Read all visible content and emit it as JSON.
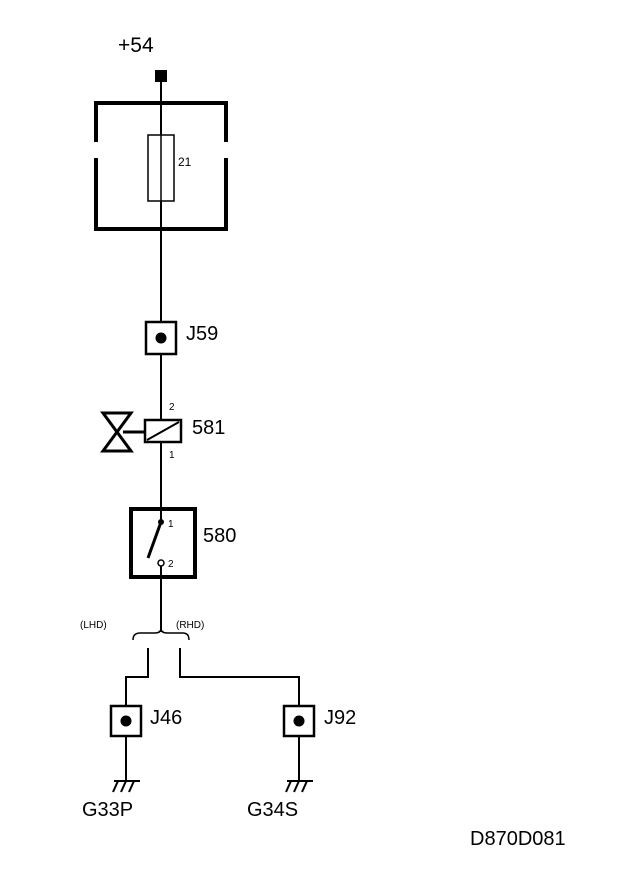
{
  "diagram": {
    "supply_label": "+54",
    "fuse_label": "21",
    "connector_j59": "J59",
    "component_581": "581",
    "pin_581_top": "2",
    "pin_581_bottom": "1",
    "component_580": "580",
    "pin_580_top": "1",
    "pin_580_bottom": "2",
    "variant_left": "(LHD)",
    "variant_right": "(RHD)",
    "connector_j46": "J46",
    "connector_j92": "J92",
    "ground_left": "G33P",
    "ground_right": "G34S",
    "drawing_code": "D870D081"
  },
  "colors": {
    "line": "#000000",
    "background": "#ffffff"
  }
}
